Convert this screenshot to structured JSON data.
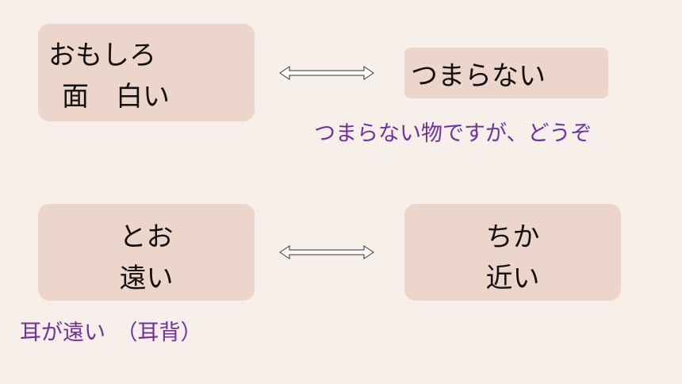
{
  "cards": {
    "omoshiro": {
      "reading": "おもしろ",
      "kanji": "面　白い"
    },
    "tsumaranai": {
      "text": "つまらない"
    },
    "too": {
      "reading": "とお",
      "kanji": "遠い"
    },
    "chika": {
      "reading": "ちか",
      "kanji": "近い"
    }
  },
  "notes": {
    "tsumaranai_example": "つまらない物ですが、どうぞ",
    "too_example": "耳が遠い　（耳背）"
  },
  "colors": {
    "background": "#f7efea",
    "card": "#ecd6cb",
    "note_text": "#7030a0"
  },
  "icons": [
    "double-arrow-icon",
    "double-arrow-icon"
  ]
}
